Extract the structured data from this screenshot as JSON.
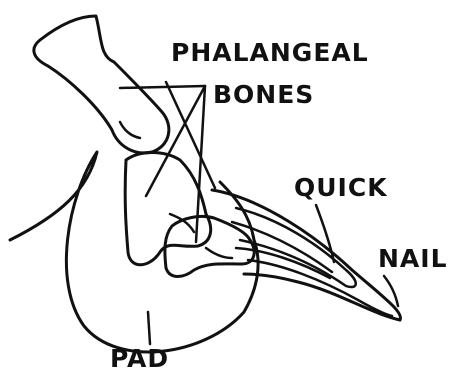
{
  "labels": {
    "phalangeal_line1": "PHALANGEAL",
    "phalangeal_line2": "BONES",
    "quick": "QUICK",
    "nail": "NAIL",
    "pad": "PAD"
  },
  "colors": {
    "ink": "#111111",
    "background": "#ffffff"
  }
}
